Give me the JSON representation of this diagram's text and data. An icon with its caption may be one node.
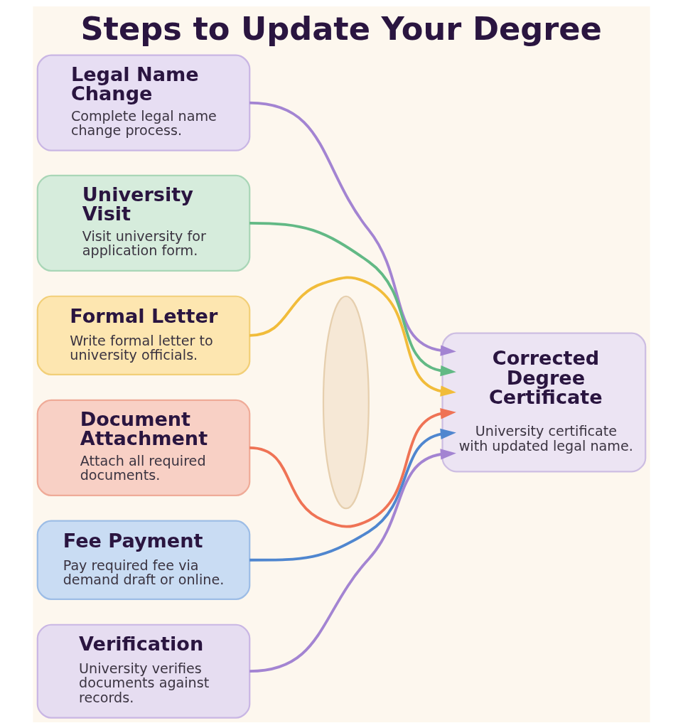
{
  "diagram": {
    "title": "Steps to Update Your Degree",
    "nodes": [
      {
        "text": [
          "Legal Name Change",
          "Complete legal name change process."
        ]
      },
      {
        "text": [
          "University Visit",
          "Visit university for application form."
        ]
      },
      {
        "text": [
          "Formal Letter",
          "Write formal letter to university officials."
        ]
      },
      {
        "text": [
          "Document Attachment",
          "Attach all required documents."
        ]
      },
      {
        "text": [
          "Fee Payment",
          "Pay required fee via demand draft or online."
        ]
      },
      {
        "text": [
          "Verification",
          "University verifies documents against records."
        ]
      },
      {
        "text": [],
        "shape": "ellipse"
      },
      {
        "text": [
          "Corrected Degree Certificate",
          "University certificate with updated legal name."
        ]
      }
    ],
    "edges": [
      {
        "from": 0,
        "to": 7,
        "arrow": "to",
        "color": "#a384d2"
      },
      {
        "from": 1,
        "to": 7,
        "arrow": "to",
        "color": "#62b985"
      },
      {
        "from": 2,
        "to": 7,
        "arrow": "to",
        "color": "#f1bc3a"
      },
      {
        "from": 3,
        "to": 7,
        "arrow": "to",
        "color": "#ef7355"
      },
      {
        "from": 4,
        "to": 7,
        "arrow": "to",
        "color": "#4f86cf"
      },
      {
        "from": 5,
        "to": 7,
        "arrow": "to",
        "color": "#a384d2"
      }
    ]
  }
}
